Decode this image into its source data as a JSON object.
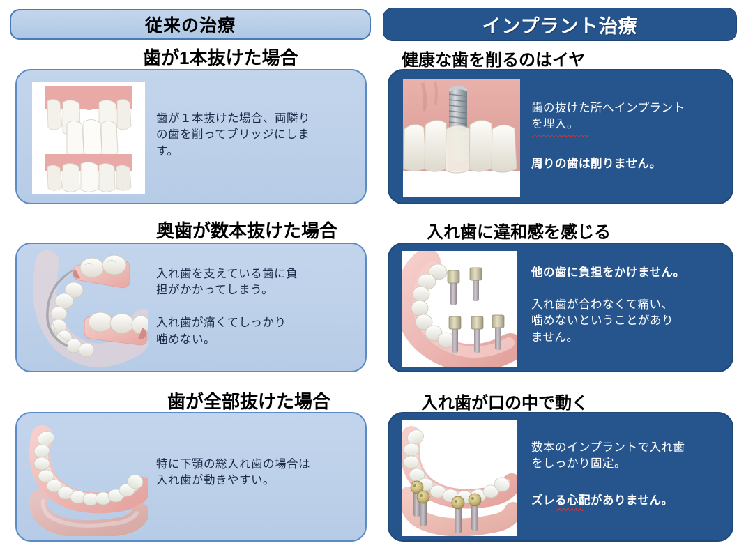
{
  "headers": {
    "left": "従来の治療",
    "right": "インプラント治療"
  },
  "rows": [
    {
      "left": {
        "title": "歯が1本抜けた場合",
        "body": "歯が１本抜けた場合、両隣り\nの歯を削ってブリッジにしま\nす。",
        "image_name": "missing-front-tooth-bridge-illustration"
      },
      "right": {
        "title": "健康な歯を削るのはイヤ",
        "body_normal": "歯の抜けた所へインプラント\nを埋入。",
        "body_bold": "周りの歯は削りません。",
        "image_name": "single-implant-fixture-illustration"
      }
    },
    {
      "left": {
        "title": "奥歯が数本抜けた場合",
        "body": "入れ歯を支えている歯に負\n担がかかってしまう。\n\n入れ歯が痛くてしっかり\n噛めない。",
        "image_name": "partial-denture-clasp-illustration"
      },
      "right": {
        "title": "入れ歯に違和感を感じる",
        "body_bold": "他の歯に負担をかけません。",
        "body_normal": "入れ歯が合わなくて痛い、\n噛めないということがあり\nません。",
        "image_name": "multiple-implants-lower-jaw-illustration"
      }
    },
    {
      "left": {
        "title": "歯が全部抜けた場合",
        "body": "特に下顎の総入れ歯の場合は\n入れ歯が動きやすい。",
        "image_name": "full-lower-denture-illustration"
      },
      "right": {
        "title": "入れ歯が口の中で動く",
        "body_normal": "数本のインプラントで入れ歯\nをしっかり固定。",
        "body_bold": "ズレる心配がありません。",
        "image_name": "implant-overdenture-illustration"
      }
    }
  ],
  "colors": {
    "left_panel_bg": "#bed1ea",
    "left_panel_border": "#5b8ac4",
    "right_panel_bg": "#26548c",
    "right_panel_border": "#1f4878",
    "heading_text": "#000000",
    "left_body_text": "#1b2a4a",
    "right_body_text": "#ffffff",
    "spellcheck_underline": "#dd3333"
  }
}
